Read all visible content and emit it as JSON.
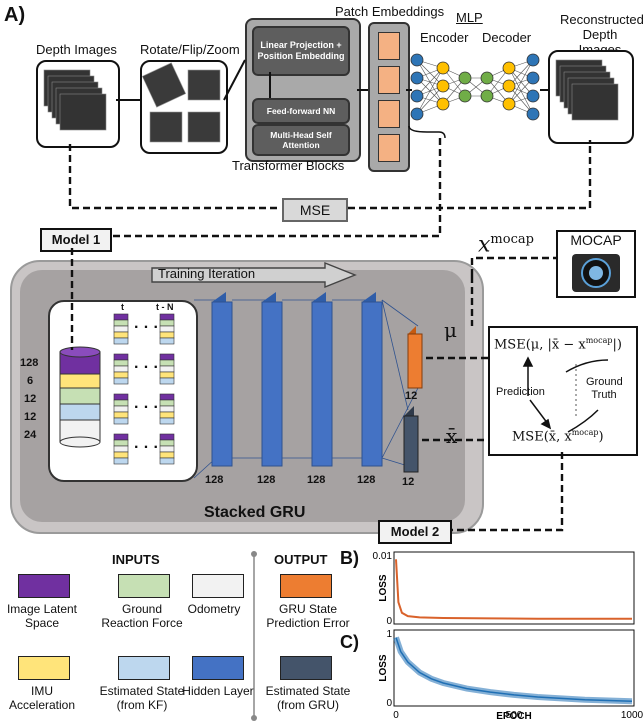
{
  "panel_a": {
    "label": "A)",
    "depth_images": "Depth Images",
    "augment": "Rotate/Flip/Zoom",
    "linear_projection": "Linear Projection + Position Embedding",
    "feed_forward": "Feed-forward NN",
    "attention": "Multi-Head Self Attention",
    "transformer_blocks": "Transformer Blocks",
    "patch_embeddings": "Patch Embeddings",
    "mlp": "MLP",
    "encoder": "Encoder",
    "decoder": "Decoder",
    "reconstructed": "Reconstructed Depth Images",
    "mse": "MSE",
    "model1": "Model 1",
    "model2": "Model 2",
    "x_mocap": "x",
    "x_mocap_sup": "mocap",
    "mocap": "MOCAP",
    "training_iteration": "Training Iteration",
    "t": "t",
    "t_n": "t - N",
    "input_sizes": [
      "128",
      "6",
      "12",
      "12",
      "24"
    ],
    "gru_sizes": [
      "128",
      "128",
      "128",
      "128"
    ],
    "mu": "μ",
    "x_bar": "x̄",
    "out_size_mu": "12",
    "out_size_x": "12",
    "stacked_gru": "Stacked GRU",
    "loss_top": "MSE(μ, |x̄ − x",
    "loss_top_sup": "mocap",
    "loss_top_end": "|)",
    "prediction": "Prediction",
    "ground_truth": "Ground Truth",
    "loss_bottom": "MSE(x̄, x",
    "loss_bottom_sup": "mocap",
    "loss_bottom_end": ")"
  },
  "legend": {
    "inputs_title": "INPUTS",
    "output_title": "OUTPUT",
    "items": [
      {
        "label": "Image Latent Space",
        "color": "#7030a0"
      },
      {
        "label": "Ground Reaction Force",
        "color": "#c6e0b4"
      },
      {
        "label": "Odometry",
        "color": "#f2f2f2"
      },
      {
        "label": "IMU Acceleration",
        "color": "#ffe47a"
      },
      {
        "label": "Estimated State (from KF)",
        "color": "#bdd7ee"
      },
      {
        "label": "Hidden Layer",
        "color": "#4472c4"
      },
      {
        "label": "GRU State Prediction Error",
        "color": "#ed7d31"
      },
      {
        "label": "Estimated State (from GRU)",
        "color": "#44546a"
      }
    ]
  },
  "chart_data": [
    {
      "type": "line",
      "panel": "B)",
      "ylabel": "LOSS",
      "xlabel": "",
      "ylim": [
        0,
        0.01
      ],
      "ytick_labels": [
        "0.01",
        "0"
      ],
      "series": [
        {
          "color": "#d9622b",
          "x": [
            0,
            10,
            25,
            50,
            100,
            200,
            400,
            600,
            800,
            1000
          ],
          "y": [
            0.0095,
            0.003,
            0.0014,
            0.0009,
            0.0007,
            0.0006,
            0.00055,
            0.0005,
            0.0005,
            0.0005
          ]
        }
      ]
    },
    {
      "type": "line",
      "panel": "C)",
      "ylabel": "LOSS",
      "xlabel": "EPOCH",
      "xlim": [
        0,
        1000
      ],
      "xtick_labels": [
        "0",
        "500",
        "1000"
      ],
      "ytick_labels": [
        "1",
        "0"
      ],
      "series": [
        {
          "color": "#1f6fb4",
          "x": [
            0,
            20,
            50,
            100,
            150,
            200,
            300,
            400,
            500,
            600,
            700,
            800,
            900,
            1000
          ],
          "y": [
            0.95,
            0.75,
            0.6,
            0.45,
            0.36,
            0.3,
            0.22,
            0.17,
            0.13,
            0.1,
            0.08,
            0.06,
            0.05,
            0.04
          ]
        }
      ]
    }
  ]
}
